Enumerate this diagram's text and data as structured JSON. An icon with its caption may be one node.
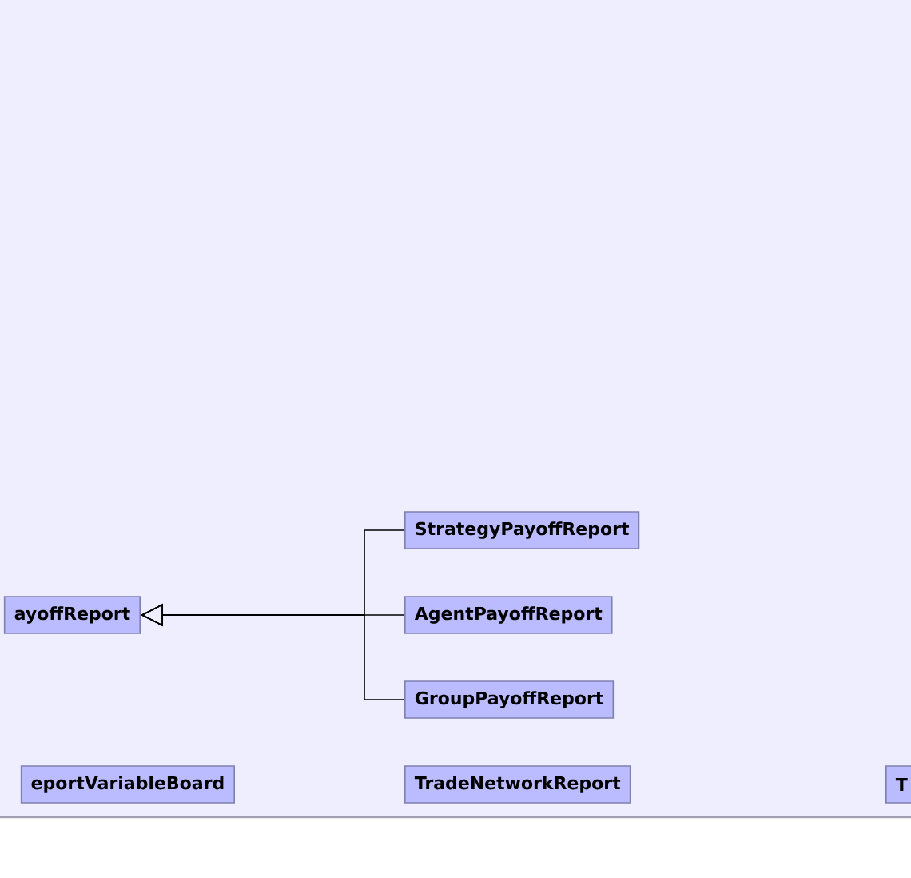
{
  "diagram": {
    "nodes": [
      {
        "text": [
          "ayoffReport"
        ]
      },
      {
        "text": [
          "StrategyPayoffReport"
        ]
      },
      {
        "text": [
          "AgentPayoffReport"
        ]
      },
      {
        "text": [
          "GroupPayoffReport"
        ]
      },
      {
        "text": [
          "eportVariableBoard"
        ]
      },
      {
        "text": [
          "TradeNetworkReport"
        ]
      },
      {
        "text": [
          "T"
        ]
      }
    ],
    "edges": [
      {
        "from": 1,
        "to": 0,
        "arrow": "to"
      },
      {
        "from": 2,
        "to": 0,
        "arrow": "to"
      },
      {
        "from": 3,
        "to": 0,
        "arrow": "to"
      }
    ]
  }
}
